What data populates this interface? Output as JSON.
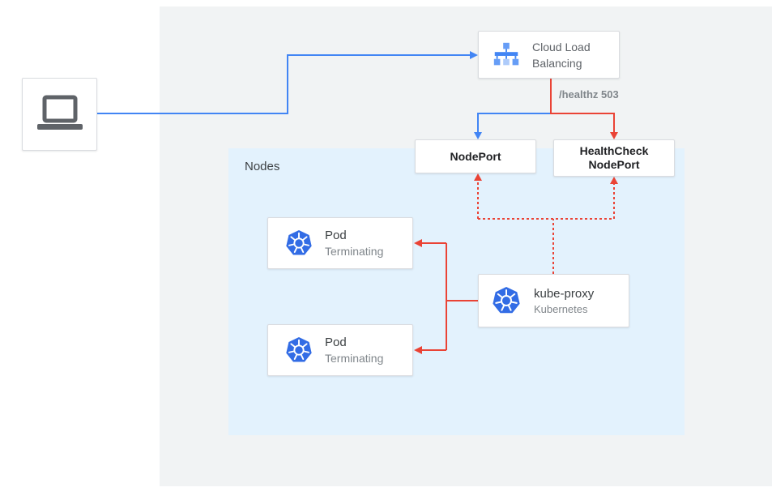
{
  "colors": {
    "accent_blue": "#4285f4",
    "accent_red": "#ea4335",
    "panel_background": "#f1f3f4",
    "nodes_background": "#e3f2fd",
    "box_border": "#dadce0",
    "kubernetes_blue": "#326ce5",
    "icon_gray": "#5f6368"
  },
  "icons": {
    "client": "laptop-icon",
    "load_balancer": "cloud-load-balancing-icon",
    "pod": "kubernetes-icon",
    "kube_proxy": "kubernetes-icon"
  },
  "diagram": {
    "load_balancer": {
      "line1": "Cloud Load",
      "line2": "Balancing"
    },
    "health_check_label": "/healthz 503",
    "node_port": {
      "label": "NodePort"
    },
    "health_check_node_port": {
      "line1": "HealthCheck",
      "line2": "NodePort"
    },
    "nodes": {
      "label": "Nodes"
    },
    "pods": [
      {
        "title": "Pod",
        "status": "Terminating"
      },
      {
        "title": "Pod",
        "status": "Terminating"
      }
    ],
    "kube_proxy": {
      "title": "kube-proxy",
      "subtitle": "Kubernetes"
    }
  }
}
